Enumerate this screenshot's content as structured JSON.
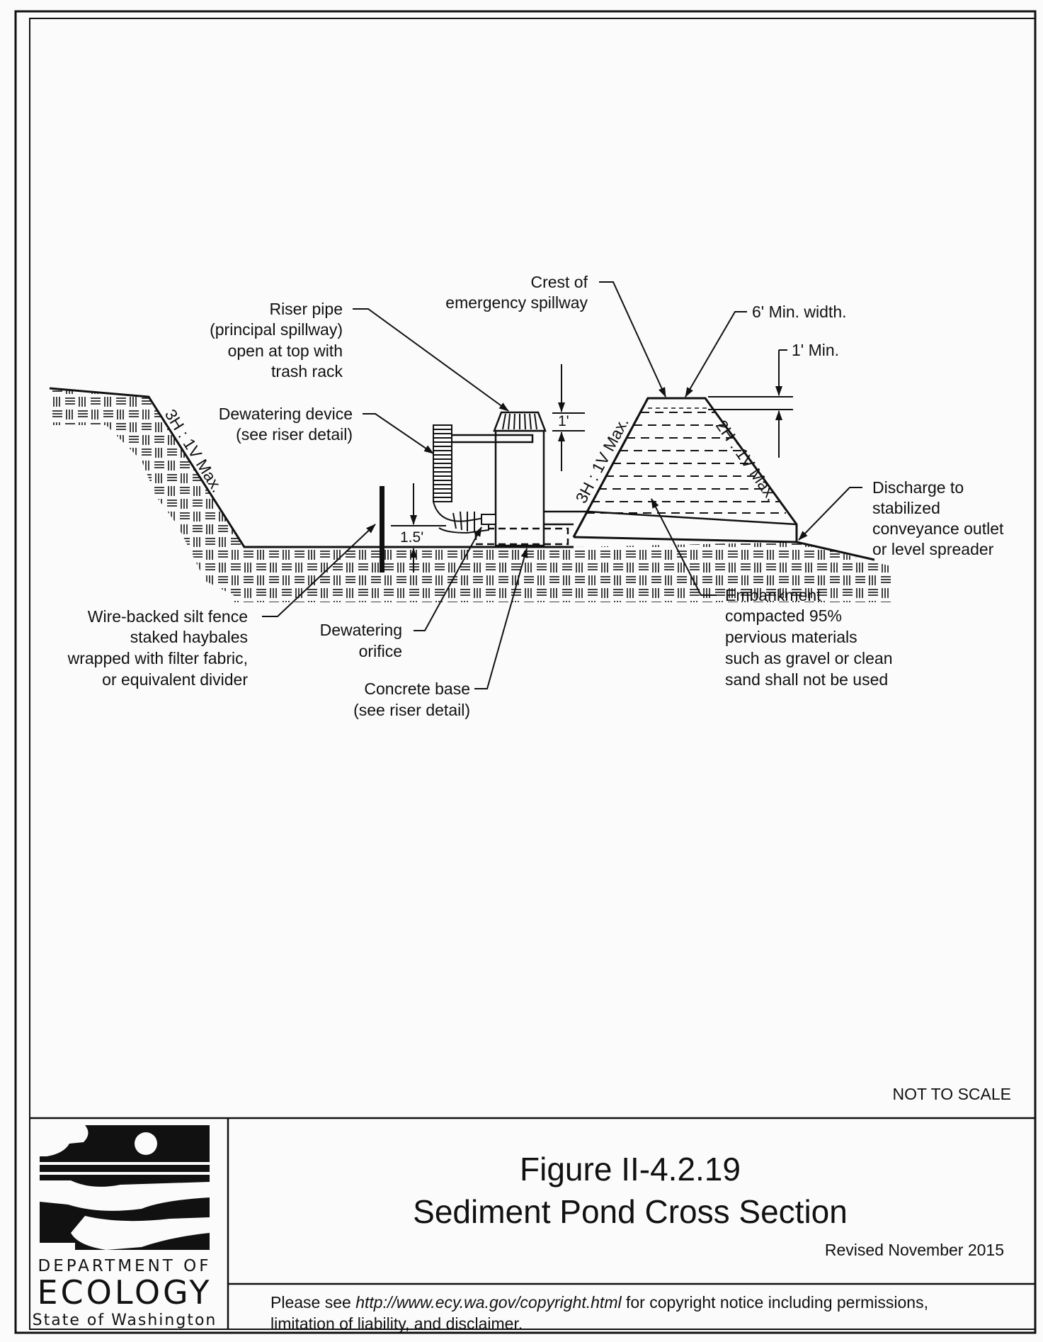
{
  "labels": {
    "riser": [
      "Riser pipe",
      "(principal spillway)",
      "open at top with",
      "trash rack"
    ],
    "crest": [
      "Crest of",
      "emergency spillway"
    ],
    "min_width": "6' Min. width.",
    "one_min": "1' Min.",
    "dewatering_device": [
      "Dewatering device",
      "(see riser detail)"
    ],
    "discharge": [
      "Discharge to",
      "stabilized",
      "conveyance outlet",
      "or level spreader"
    ],
    "embankment": [
      "Embankment",
      "compacted 95%",
      "pervious materials",
      "such as gravel or clean",
      "sand shall not be used"
    ],
    "silt_fence": [
      "Wire-backed silt fence",
      "staked haybales",
      "wrapped with filter fabric,",
      "or equivalent divider"
    ],
    "dewatering_orifice": [
      "Dewatering",
      "orifice"
    ],
    "concrete_base": [
      "Concrete base",
      "(see riser detail)"
    ],
    "slope_left": "3H : 1V Max.",
    "slope_emb_left": "3H : 1V Max.",
    "slope_emb_right": "2H : 1V Max.",
    "dim_1ft": "1'",
    "dim_1_5ft": "1.5'",
    "not_to_scale": "NOT TO SCALE"
  },
  "title_block": {
    "figure_number": "Figure II-4.2.19",
    "figure_title": "Sediment Pond Cross Section",
    "revised": "Revised November 2015",
    "copyright_prefix": "Please see ",
    "copyright_url": "http://www.ecy.wa.gov/copyright.html",
    "copyright_suffix": " for copyright notice including permissions,",
    "copyright_line2": "limitation of liability, and disclaimer."
  },
  "logo": {
    "line1": "DEPARTMENT OF",
    "line2": "ECOLOGY",
    "line3": "State of Washington"
  }
}
